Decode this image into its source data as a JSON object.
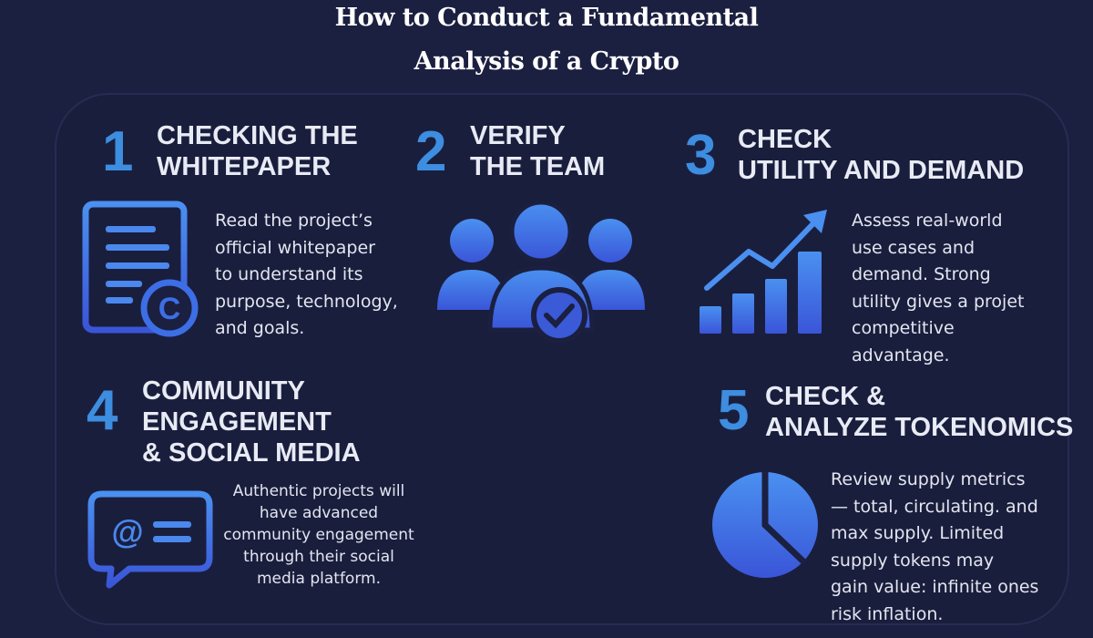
{
  "title": {
    "line1": "How to Conduct a Fundamental",
    "line2": "Analysis of a Crypto"
  },
  "steps": [
    {
      "number": "1",
      "heading": "CHECKING THE\nWHITEPAPER",
      "text": "Read the project’s\nofficial whitepaper\nto understand its\npurpose, technology,\nand goals."
    },
    {
      "number": "2",
      "heading": "VERIFY\nTHE TEAM"
    },
    {
      "number": "3",
      "heading": "CHECK\nUTILITY AND DEMAND",
      "text": "Assess real-world\nuse cases and\ndemand. Strong\nutility gives a projet\ncompetitive\nadvantage."
    },
    {
      "number": "4",
      "heading": "COMMUNITY\nENGAGEMENT\n& SOCIAL MEDIA",
      "text": "Authentic projects will\nhave advanced\ncommunity engagement\nthrough their social\nmedia platform.",
      "icon_text": "@"
    },
    {
      "number": "5",
      "heading": "CHECK &\nANALYZE TOKENOMICS",
      "text": "Review supply metrics\n— total, circulating. and\nmax supply. Limited\nsupply tokens may\ngain value: infinite ones\nrisk inflation."
    }
  ],
  "colors": {
    "background": "#1b1f40",
    "accent": "#3d8de0",
    "icon": "#3b6fe0"
  }
}
